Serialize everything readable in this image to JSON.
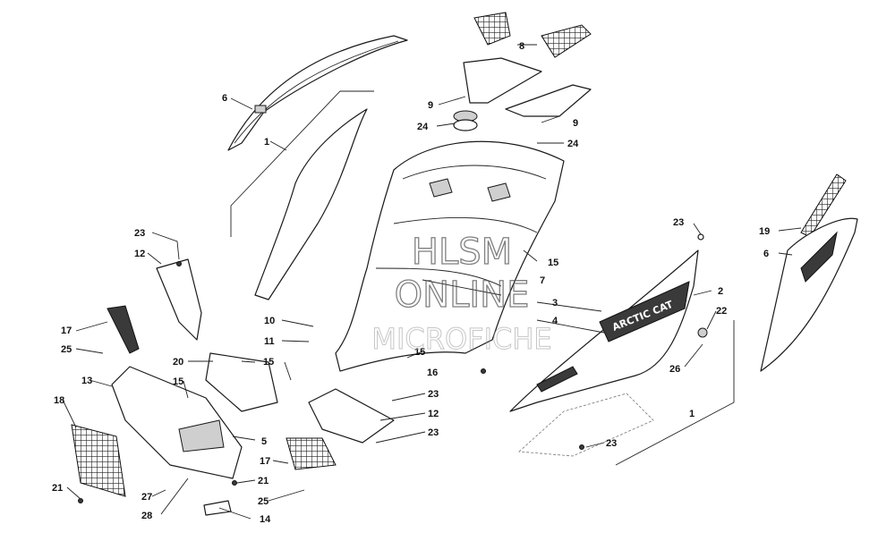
{
  "watermark": {
    "line1": "HLSM",
    "line2": "ONLINE",
    "line3": "MICROFICHE"
  },
  "decal_text": "ARCTIC CAT",
  "callouts": [
    {
      "id": "c6a",
      "label": "6"
    },
    {
      "id": "c1a",
      "label": "1"
    },
    {
      "id": "c8",
      "label": "8"
    },
    {
      "id": "c9a",
      "label": "9"
    },
    {
      "id": "c9b",
      "label": "9"
    },
    {
      "id": "c24a",
      "label": "24"
    },
    {
      "id": "c24b",
      "label": "24"
    },
    {
      "id": "c23a",
      "label": "23"
    },
    {
      "id": "c12a",
      "label": "12"
    },
    {
      "id": "c17a",
      "label": "17"
    },
    {
      "id": "c25a",
      "label": "25"
    },
    {
      "id": "c10",
      "label": "10"
    },
    {
      "id": "c11",
      "label": "11"
    },
    {
      "id": "c20",
      "label": "20"
    },
    {
      "id": "c15a",
      "label": "15"
    },
    {
      "id": "c15b",
      "label": "15"
    },
    {
      "id": "c15c",
      "label": "15"
    },
    {
      "id": "c15d",
      "label": "15"
    },
    {
      "id": "c13",
      "label": "13"
    },
    {
      "id": "c18",
      "label": "18"
    },
    {
      "id": "c5",
      "label": "5"
    },
    {
      "id": "c21a",
      "label": "21"
    },
    {
      "id": "c21b",
      "label": "21"
    },
    {
      "id": "c27",
      "label": "27"
    },
    {
      "id": "c28",
      "label": "28"
    },
    {
      "id": "c14",
      "label": "14"
    },
    {
      "id": "c17b",
      "label": "17"
    },
    {
      "id": "c25b",
      "label": "25"
    },
    {
      "id": "c23b",
      "label": "23"
    },
    {
      "id": "c12b",
      "label": "12"
    },
    {
      "id": "c23c",
      "label": "23"
    },
    {
      "id": "c7",
      "label": "7"
    },
    {
      "id": "c16",
      "label": "16"
    },
    {
      "id": "c23d",
      "label": "23"
    },
    {
      "id": "c2",
      "label": "2"
    },
    {
      "id": "c3",
      "label": "3"
    },
    {
      "id": "c4",
      "label": "4"
    },
    {
      "id": "c22",
      "label": "22"
    },
    {
      "id": "c26",
      "label": "26"
    },
    {
      "id": "c1b",
      "label": "1"
    },
    {
      "id": "c23e",
      "label": "23"
    },
    {
      "id": "c19",
      "label": "19"
    },
    {
      "id": "c6b",
      "label": "6"
    }
  ]
}
